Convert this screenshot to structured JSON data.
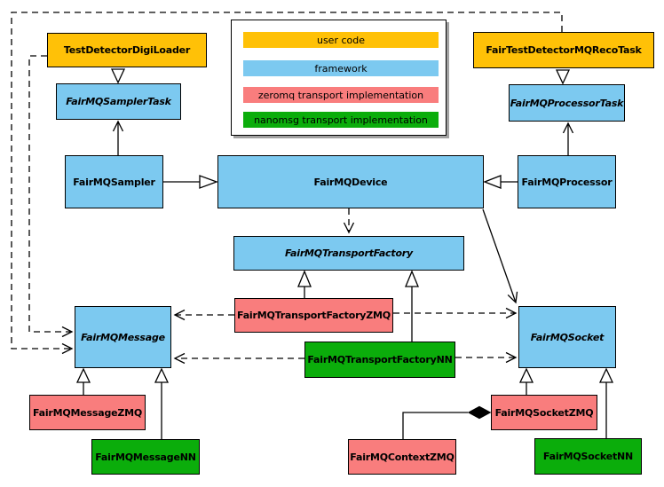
{
  "colors": {
    "userCode": "#FFC107",
    "framework": "#7CC9F0",
    "zeromq": "#F97D7D",
    "nanomsg": "#0BAD0B",
    "line": "#000000",
    "background": "#FFFFFF",
    "legendShadow": "#A2A2A2"
  },
  "legend": {
    "items": [
      {
        "label": "user code",
        "color_key": "userCode"
      },
      {
        "label": "framework",
        "color_key": "framework"
      },
      {
        "label": "zeromq transport implementation",
        "color_key": "zeromq"
      },
      {
        "label": "nanomsg transport implementation",
        "color_key": "nanomsg"
      }
    ]
  },
  "nodes": {
    "digiLoader": {
      "label": "TestDetectorDigiLoader",
      "category": "user code",
      "abstract": false
    },
    "recoTask": {
      "label": "FairTestDetectorMQRecoTask",
      "category": "user code",
      "abstract": false
    },
    "samplerTask": {
      "label": "FairMQSamplerTask",
      "category": "framework",
      "abstract": true
    },
    "processorTask": {
      "label": "FairMQProcessorTask",
      "category": "framework",
      "abstract": true
    },
    "sampler": {
      "label": "FairMQSampler",
      "category": "framework",
      "abstract": false
    },
    "device": {
      "label": "FairMQDevice",
      "category": "framework",
      "abstract": false
    },
    "processor": {
      "label": "FairMQProcessor",
      "category": "framework",
      "abstract": false
    },
    "transportFactory": {
      "label": "FairMQTransportFactory",
      "category": "framework",
      "abstract": true
    },
    "transportFactoryZMQ": {
      "label": "FairMQTransportFactoryZMQ",
      "category": "zeromq",
      "abstract": false
    },
    "transportFactoryNN": {
      "label": "FairMQTransportFactoryNN",
      "category": "nanomsg",
      "abstract": false
    },
    "message": {
      "label": "FairMQMessage",
      "category": "framework",
      "abstract": true
    },
    "socket": {
      "label": "FairMQSocket",
      "category": "framework",
      "abstract": true
    },
    "messageZMQ": {
      "label": "FairMQMessageZMQ",
      "category": "zeromq",
      "abstract": false
    },
    "messageNN": {
      "label": "FairMQMessageNN",
      "category": "nanomsg",
      "abstract": false
    },
    "contextZMQ": {
      "label": "FairMQContextZMQ",
      "category": "zeromq",
      "abstract": false
    },
    "socketZMQ": {
      "label": "FairMQSocketZMQ",
      "category": "zeromq",
      "abstract": false
    },
    "socketNN": {
      "label": "FairMQSocketNN",
      "category": "nanomsg",
      "abstract": false
    }
  },
  "edges": [
    {
      "from": "TestDetectorDigiLoader",
      "to": "FairMQSamplerTask",
      "type": "inheritance"
    },
    {
      "from": "FairTestDetectorMQRecoTask",
      "to": "FairMQProcessorTask",
      "type": "inheritance"
    },
    {
      "from": "FairMQSampler",
      "to": "FairMQDevice",
      "type": "inheritance"
    },
    {
      "from": "FairMQProcessor",
      "to": "FairMQDevice",
      "type": "inheritance"
    },
    {
      "from": "FairMQSampler",
      "to": "FairMQSamplerTask",
      "type": "association"
    },
    {
      "from": "FairMQProcessor",
      "to": "FairMQProcessorTask",
      "type": "association"
    },
    {
      "from": "FairMQDevice",
      "to": "FairMQTransportFactory",
      "type": "dependency"
    },
    {
      "from": "FairMQDevice",
      "to": "FairMQSocket",
      "type": "association"
    },
    {
      "from": "FairMQTransportFactoryZMQ",
      "to": "FairMQTransportFactory",
      "type": "inheritance"
    },
    {
      "from": "FairMQTransportFactoryNN",
      "to": "FairMQTransportFactory",
      "type": "inheritance"
    },
    {
      "from": "FairMQTransportFactoryZMQ",
      "to": "FairMQMessage",
      "type": "dependency"
    },
    {
      "from": "FairMQTransportFactoryZMQ",
      "to": "FairMQSocket",
      "type": "dependency"
    },
    {
      "from": "FairMQTransportFactoryNN",
      "to": "FairMQMessage",
      "type": "dependency"
    },
    {
      "from": "FairMQTransportFactoryNN",
      "to": "FairMQSocket",
      "type": "dependency"
    },
    {
      "from": "TestDetectorDigiLoader",
      "to": "FairMQMessage",
      "type": "dependency"
    },
    {
      "from": "FairTestDetectorMQRecoTask",
      "to": "FairMQMessage",
      "type": "dependency"
    },
    {
      "from": "FairMQMessageZMQ",
      "to": "FairMQMessage",
      "type": "inheritance"
    },
    {
      "from": "FairMQMessageNN",
      "to": "FairMQMessage",
      "type": "inheritance"
    },
    {
      "from": "FairMQSocketZMQ",
      "to": "FairMQSocket",
      "type": "inheritance"
    },
    {
      "from": "FairMQSocketNN",
      "to": "FairMQSocket",
      "type": "inheritance"
    },
    {
      "from": "FairMQSocketZMQ",
      "to": "FairMQContextZMQ",
      "type": "composition"
    }
  ]
}
